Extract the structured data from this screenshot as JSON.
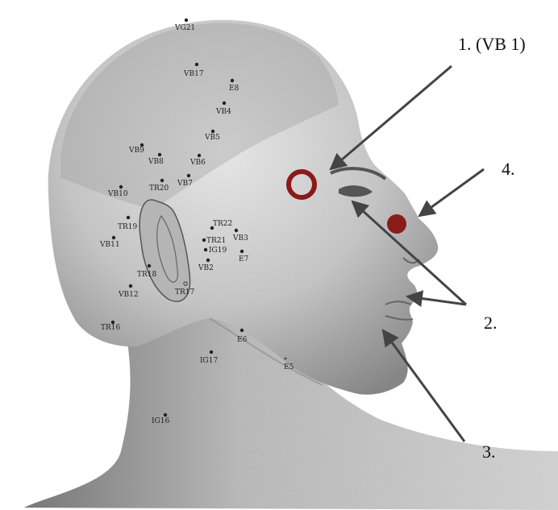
{
  "figure": {
    "callouts": [
      {
        "id": "c1",
        "text": "1. (VB 1)"
      },
      {
        "id": "c2",
        "text": "2."
      },
      {
        "id": "c3",
        "text": "3."
      },
      {
        "id": "c4",
        "text": "4."
      }
    ],
    "points": [
      "VG21",
      "VB17",
      "E8",
      "VB4",
      "VB5",
      "VB9",
      "VB8",
      "VB6",
      "VB7",
      "VB10",
      "TR20",
      "TR22",
      "TR19",
      "VB3",
      "TR21",
      "IG19",
      "VB11",
      "E7",
      "VB2",
      "TR18",
      "VB12",
      "TR17",
      "TR16",
      "E6",
      "IG17",
      "E5",
      "IG16"
    ],
    "colors": {
      "marker": "#8b1a1a",
      "arrow": "#444444",
      "skin_light": "#e8e8e8",
      "skin_mid": "#b8b8b8",
      "skin_dark": "#6e6e6e"
    }
  }
}
